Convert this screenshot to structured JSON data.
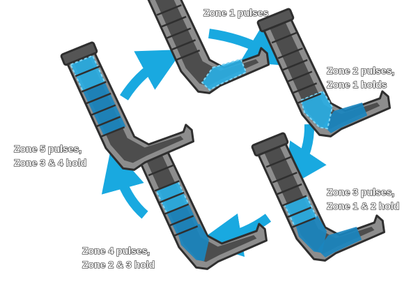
{
  "stages": [
    {
      "lines": [
        "Zone 1 pulses"
      ],
      "active_zone": 1,
      "holding_zones": []
    },
    {
      "lines": [
        "Zone 2 pulses,",
        "Zone 1 holds"
      ],
      "active_zone": 2,
      "holding_zones": [
        1
      ]
    },
    {
      "lines": [
        "Zone 3 pulses,",
        "Zone 1 & 2 hold"
      ],
      "active_zone": 3,
      "holding_zones": [
        1,
        2
      ]
    },
    {
      "lines": [
        "Zone 4 pulses,",
        "Zone 2 & 3 hold"
      ],
      "active_zone": 4,
      "holding_zones": [
        2,
        3
      ]
    },
    {
      "lines": [
        "Zone 5 pulses,",
        "Zone 3 & 4 hold"
      ],
      "active_zone": 5,
      "holding_zones": [
        3,
        4
      ]
    }
  ],
  "colors": {
    "arrow": "#19a9e0",
    "active_zone": "#2aaee3",
    "holding_zone": "#1a86bf",
    "boot_dark": "#4d4d4d",
    "boot_light": "#8d8d8d",
    "outline": "#2f2f2f"
  },
  "icons": {
    "boot": "compression-boot-icon",
    "arrow": "cycle-arrow-icon"
  }
}
